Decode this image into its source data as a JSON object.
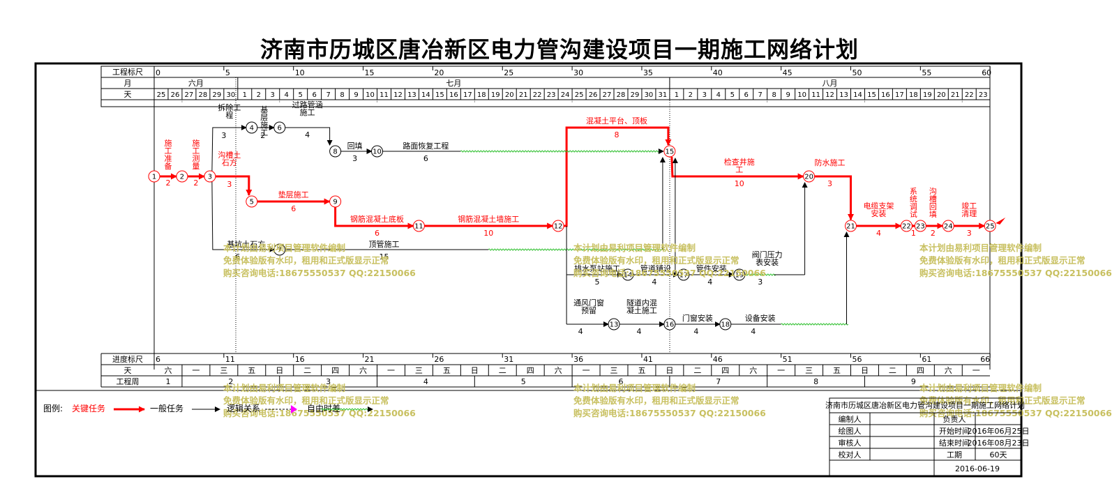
{
  "title": "济南市历城区唐冶新区电力管沟建设项目一期施工网络计划",
  "header": {
    "row_labels": {
      "scale": "工程标尺",
      "month": "月",
      "day": "天"
    },
    "scale_ticks": [
      "0",
      "5",
      "10",
      "15",
      "20",
      "25",
      "30",
      "35",
      "40",
      "45",
      "50",
      "55",
      "60"
    ],
    "months": [
      "六月",
      "七月",
      "八月"
    ],
    "days": [
      "25",
      "26",
      "27",
      "28",
      "29",
      "30",
      "1",
      "2",
      "3",
      "4",
      "5",
      "6",
      "7",
      "8",
      "9",
      "10",
      "11",
      "12",
      "13",
      "14",
      "15",
      "16",
      "17",
      "18",
      "19",
      "20",
      "21",
      "22",
      "23",
      "24",
      "25",
      "26",
      "27",
      "28",
      "29",
      "30",
      "31",
      "1",
      "2",
      "3",
      "4",
      "5",
      "6",
      "7",
      "8",
      "9",
      "10",
      "11",
      "12",
      "13",
      "14",
      "15",
      "16",
      "17",
      "18",
      "19",
      "20",
      "21",
      "22",
      "23"
    ]
  },
  "footer": {
    "row_labels": {
      "progress": "进度标尺",
      "weekday": "天",
      "week": "工程周"
    },
    "progress_ticks": [
      "6",
      "11",
      "16",
      "21",
      "26",
      "31",
      "36",
      "41",
      "46",
      "51",
      "56",
      "61",
      "66"
    ],
    "weekdays": [
      "六",
      "一",
      "三",
      "五",
      "日",
      "二",
      "四",
      "六",
      "一",
      "三",
      "五",
      "日",
      "二",
      "四",
      "六",
      "一",
      "三",
      "五",
      "日",
      "二",
      "四",
      "六",
      "一",
      "三",
      "五",
      "日",
      "二",
      "四",
      "六",
      "一"
    ],
    "weeks": [
      "1",
      "2",
      "3",
      "4",
      "5",
      "6",
      "7",
      "8",
      "9"
    ]
  },
  "nodes": [
    "1",
    "2",
    "3",
    "4",
    "5",
    "6",
    "7",
    "8",
    "9",
    "10",
    "11",
    "12",
    "13",
    "14",
    "15",
    "16",
    "17",
    "18",
    "19",
    "20",
    "21",
    "22",
    "23",
    "24",
    "25"
  ],
  "tasks": [
    {
      "name": "施工准备",
      "duration": "2",
      "critical": true
    },
    {
      "name": "施工测量",
      "duration": "2",
      "critical": true
    },
    {
      "name": "沟槽土石方",
      "duration": "3",
      "critical": true
    },
    {
      "name": "拆除工程",
      "duration": "3",
      "critical": false
    },
    {
      "name": "基层施工",
      "duration": "2",
      "critical": false
    },
    {
      "name": "过路管涵施工",
      "duration": "4",
      "critical": false
    },
    {
      "name": "回填",
      "duration": "3",
      "critical": false
    },
    {
      "name": "路面恢复工程",
      "duration": "6",
      "critical": false
    },
    {
      "name": "垫层施工",
      "duration": "6",
      "critical": true
    },
    {
      "name": "钢筋混凝土底板",
      "duration": "6",
      "critical": true
    },
    {
      "name": "钢筋混凝土墙施工",
      "duration": "10",
      "critical": true
    },
    {
      "name": "基坑土石方",
      "duration": "6",
      "critical": false
    },
    {
      "name": "顶管施工",
      "duration": "15",
      "critical": false
    },
    {
      "name": "混凝土平台、顶板",
      "duration": "8",
      "critical": true
    },
    {
      "name": "检查井施工",
      "duration": "10",
      "critical": true
    },
    {
      "name": "防水施工",
      "duration": "3",
      "critical": true
    },
    {
      "name": "排水泵站施工",
      "duration": "5",
      "critical": false
    },
    {
      "name": "管道铺设",
      "duration": "4",
      "critical": false
    },
    {
      "name": "管件安装",
      "duration": "4",
      "critical": false
    },
    {
      "name": "阀门压力表安装",
      "duration": "3",
      "critical": false
    },
    {
      "name": "通风门窗预留",
      "duration": "4",
      "critical": false
    },
    {
      "name": "隧道内混凝土施工",
      "duration": "4",
      "critical": false
    },
    {
      "name": "门窗安装",
      "duration": "4",
      "critical": false
    },
    {
      "name": "设备安装",
      "duration": "4",
      "critical": false
    },
    {
      "name": "电缆支架安装",
      "duration": "4",
      "critical": true
    },
    {
      "name": "系统调试",
      "duration": "1",
      "critical": true
    },
    {
      "name": "沟槽回填",
      "duration": "2",
      "critical": true
    },
    {
      "name": "竣工清理",
      "duration": "3",
      "critical": true
    }
  ],
  "watermark": [
    "本计划由易利项目管理软件编制",
    "免费体验版有水印，租用和正式版显示正常",
    "购买咨询电话:18675550537 QQ:22150066"
  ],
  "legend": {
    "label": "图例:",
    "critical": "关键任务",
    "normal": "一般任务",
    "logic": "逻辑关系",
    "float": "自由时差"
  },
  "info": {
    "project": "济南市历城区唐冶新区电力管沟建设项目一期施工网络计划",
    "compiler": "编制人",
    "drawer": "绘图人",
    "reviewer": "审核人",
    "checker": "校对人",
    "manager": "负责人",
    "start_label": "开始时间",
    "start": "2016年06月25日",
    "end_label": "结束时间",
    "end": "2016年08月23日",
    "duration_label": "工期",
    "duration": "60天",
    "date": "2016-06-19"
  },
  "colors": {
    "critical": "#ff0000",
    "normal": "#000000",
    "float": "#22bb22",
    "logic": "#ff00ff",
    "watermark": "#c8c060"
  }
}
